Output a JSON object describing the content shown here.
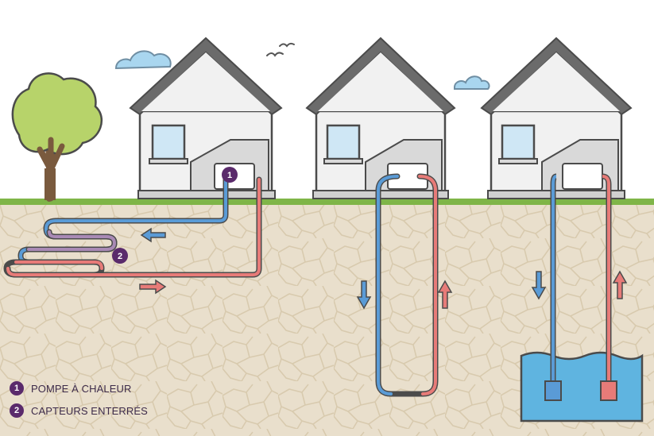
{
  "colors": {
    "soil": "#e9dfcc",
    "soil_lines": "#ddd0b8",
    "grass": "#7fb548",
    "house_wall": "#f1f1f1",
    "roof": "#6b6b6b",
    "cold_pipe": "#5a9bd6",
    "hot_pipe": "#e77b78",
    "collector": "#a98ab5",
    "badge": "#5a2a6b",
    "water": "#5fb4e0",
    "tree_leaves": "#b7d36a",
    "tree_trunk": "#7a5a3e",
    "cloud": "#a9d6ef"
  },
  "markers": {
    "heat_pump": "1",
    "collectors": "2"
  },
  "legend": {
    "items": [
      {
        "number": "1",
        "label": "POMPE À CHALEUR"
      },
      {
        "number": "2",
        "label": "CAPTEURS ENTERRÉS"
      }
    ]
  },
  "icons": [
    "tree-icon",
    "cloud-icon",
    "bird-icon",
    "arrow-left-icon",
    "arrow-right-icon",
    "arrow-down-icon",
    "arrow-up-icon"
  ]
}
